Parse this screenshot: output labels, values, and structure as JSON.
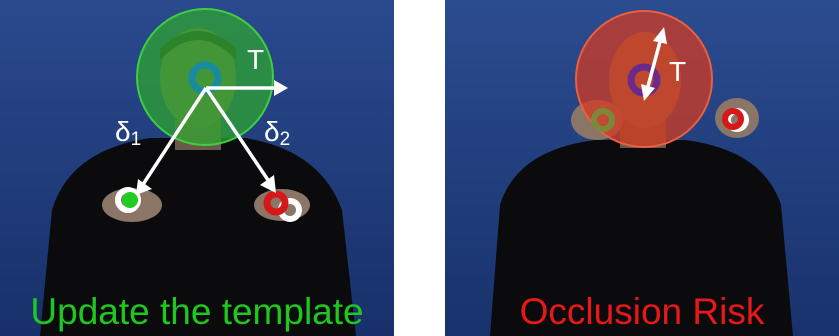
{
  "panels": [
    {
      "caption": "Update the template",
      "labels": {
        "tau": "T",
        "delta1": "δ",
        "delta1_sub": "1",
        "delta2": "δ",
        "delta2_sub": "2"
      },
      "colors": {
        "circle": "#2ea82e",
        "caption": "#1fc81f"
      }
    },
    {
      "caption": "Occlusion  Risk",
      "labels": {
        "tau": "T"
      },
      "colors": {
        "circle": "#d83a1e",
        "caption": "#e81818"
      }
    }
  ]
}
